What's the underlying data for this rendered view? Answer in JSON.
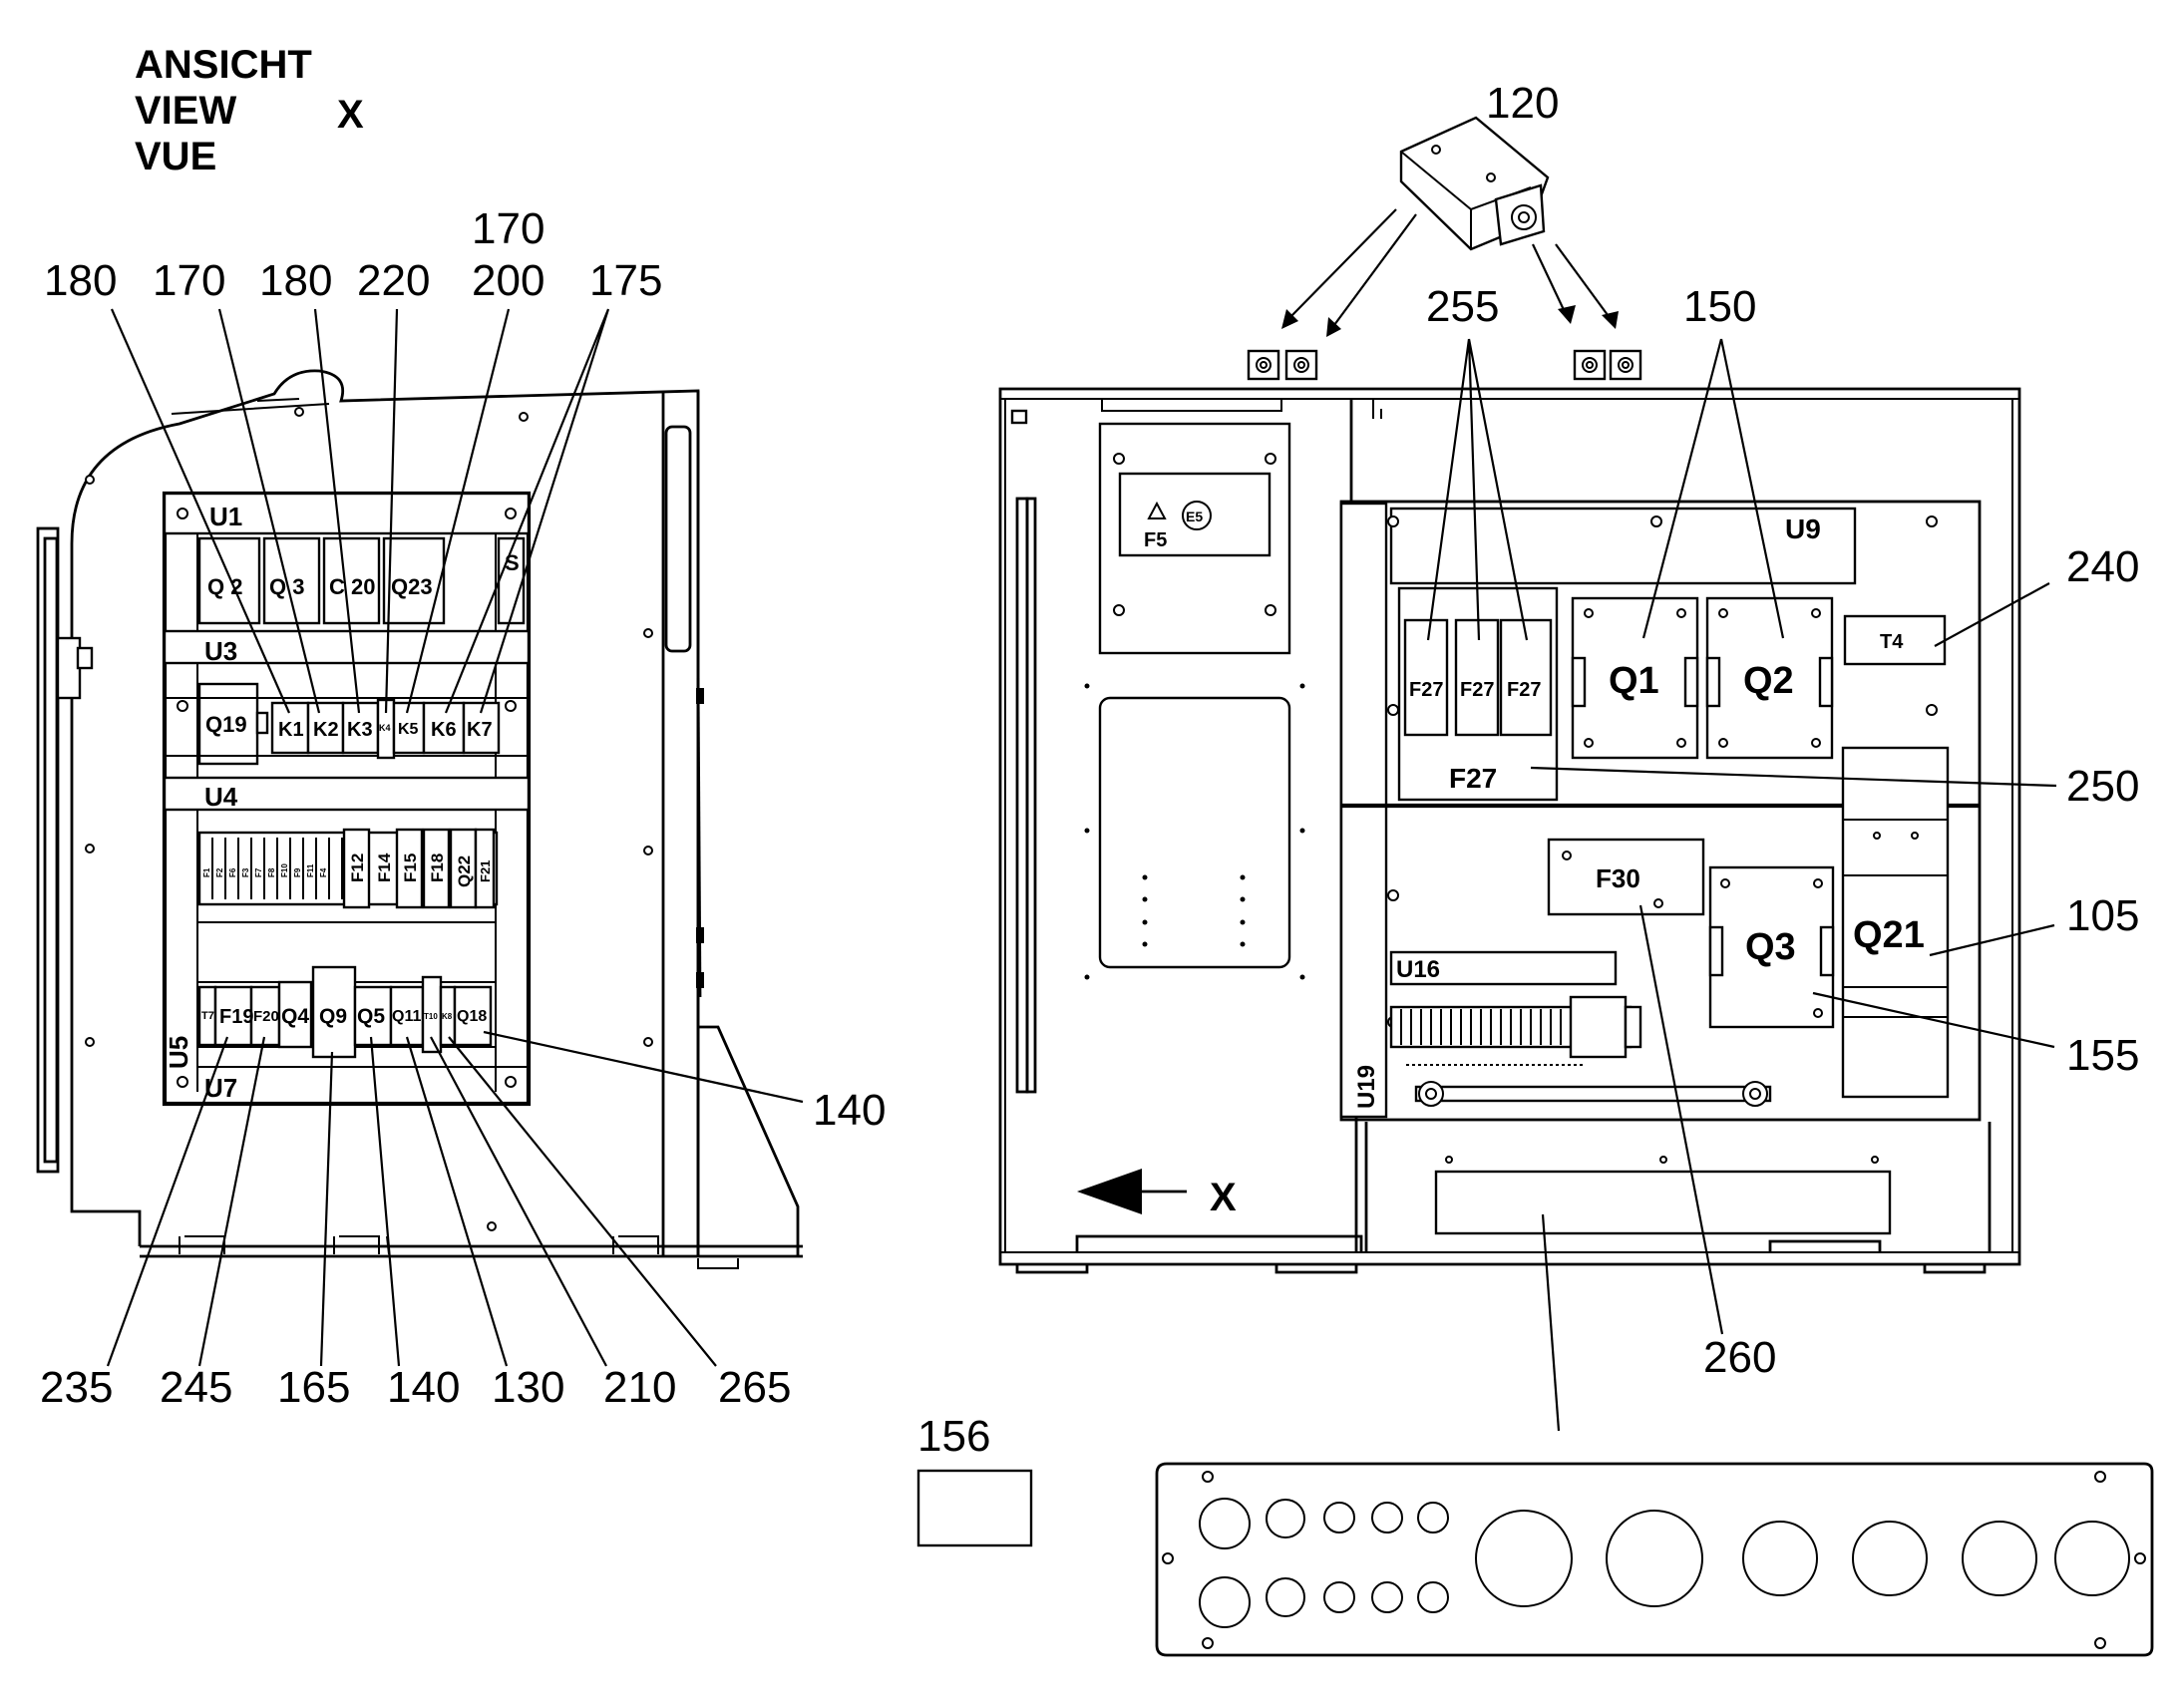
{
  "view_title": {
    "line1": "ANSICHT",
    "line2": "VIEW",
    "line3": "VUE",
    "view_letter": "X"
  },
  "left_panel": {
    "rails": {
      "u1": "U1",
      "u3": "U3",
      "u4": "U4",
      "u5": "U5",
      "u7": "U7"
    },
    "row1_devices": [
      "Q 2",
      "Q 3",
      "C 20",
      "Q23",
      "S"
    ],
    "q19": "Q19",
    "relays": [
      "K1",
      "K2",
      "K3",
      "K4",
      "K5",
      "K6",
      "K7"
    ],
    "small_fuses": [
      "F1",
      "F2",
      "F6",
      "F3",
      "F7",
      "F8",
      "F10",
      "F9",
      "F11",
      "F4"
    ],
    "fuses_large": [
      "F12",
      "F14",
      "F15",
      "F18",
      "Q22",
      "F21"
    ],
    "bottom_devices": [
      "T7",
      "F19",
      "F20",
      "Q4",
      "Q9",
      "Q5",
      "Q11",
      "T10",
      "K8",
      "Q18"
    ],
    "callouts_top": [
      "180",
      "170",
      "180",
      "220",
      "170",
      "200",
      "175"
    ],
    "callout_right": "140",
    "callouts_bottom": [
      "235",
      "245",
      "165",
      "140",
      "130",
      "210",
      "265"
    ]
  },
  "right_panel": {
    "f5_label": "F5",
    "e5_label": "E5",
    "u9": "U9",
    "f27_small": [
      "F27",
      "F27",
      "F27"
    ],
    "f27_group": "F27",
    "q1": "Q1",
    "q2": "Q2",
    "t4": "T4",
    "f30": "F30",
    "q3": "Q3",
    "q21": "Q21",
    "u16": "U16",
    "u19": "U19",
    "arrow_label": "X",
    "callouts": {
      "c120": "120",
      "c255": "255",
      "c150": "150",
      "c240": "240",
      "c250": "250",
      "c105": "105",
      "c155": "155",
      "c260": "260"
    }
  },
  "bottom_parts": {
    "c156": "156"
  }
}
